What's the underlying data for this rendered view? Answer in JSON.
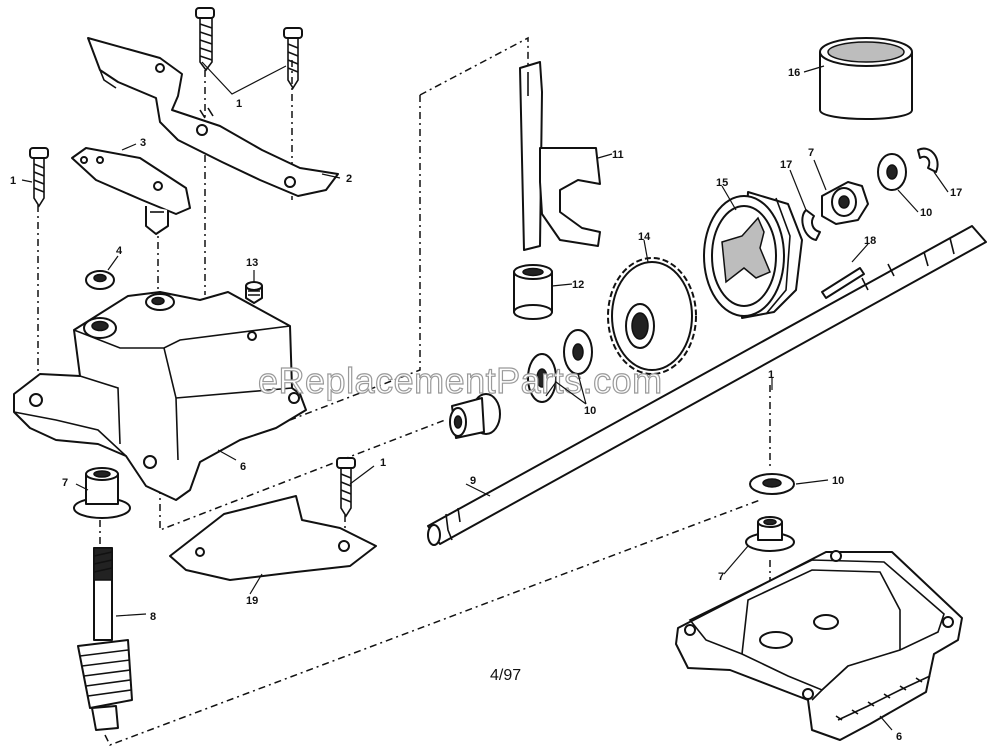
{
  "watermark": "eReplacementParts.com",
  "revision_date": "4/97",
  "callouts": {
    "c1_top": "1",
    "c1_left": "1",
    "c1_mid": "1",
    "c1_right": "1",
    "c2": "2",
    "c3": "3",
    "c4": "4",
    "c6_left": "6",
    "c6_right": "6",
    "c7_left": "7",
    "c7_top": "7",
    "c7_bottom": "7",
    "c8": "8",
    "c9": "9",
    "c10_top": "10",
    "c10_mid": "10",
    "c10_right": "10",
    "c11": "11",
    "c12": "12",
    "c13": "13",
    "c14": "14",
    "c15": "15",
    "c16": "16",
    "c17_a": "17",
    "c17_b": "17",
    "c18": "18",
    "c19": "19"
  }
}
